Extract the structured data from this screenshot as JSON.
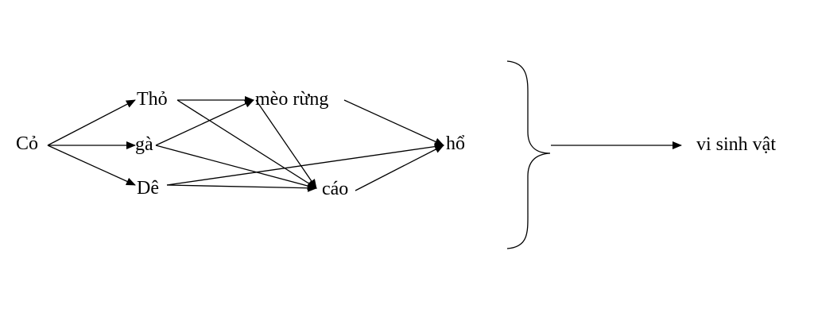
{
  "nodes": {
    "co": "Cỏ",
    "tho": "Thỏ",
    "ga": "gà",
    "de": "Dê",
    "meo_rung": "mèo rừng",
    "cao": "cáo",
    "ho": "hổ",
    "vi_sinh_vat": "vi sinh vật"
  },
  "edges": [
    [
      "co",
      "tho"
    ],
    [
      "co",
      "ga"
    ],
    [
      "co",
      "de"
    ],
    [
      "tho",
      "meo_rung"
    ],
    [
      "tho",
      "cao"
    ],
    [
      "ga",
      "meo_rung"
    ],
    [
      "ga",
      "cao"
    ],
    [
      "de",
      "cao"
    ],
    [
      "de",
      "ho"
    ],
    [
      "meo_rung",
      "cao"
    ],
    [
      "meo_rung",
      "ho"
    ],
    [
      "cao",
      "ho"
    ],
    [
      "all",
      "vi_sinh_vat"
    ]
  ],
  "colors": {
    "ink": "#000000",
    "background": "#ffffff"
  }
}
